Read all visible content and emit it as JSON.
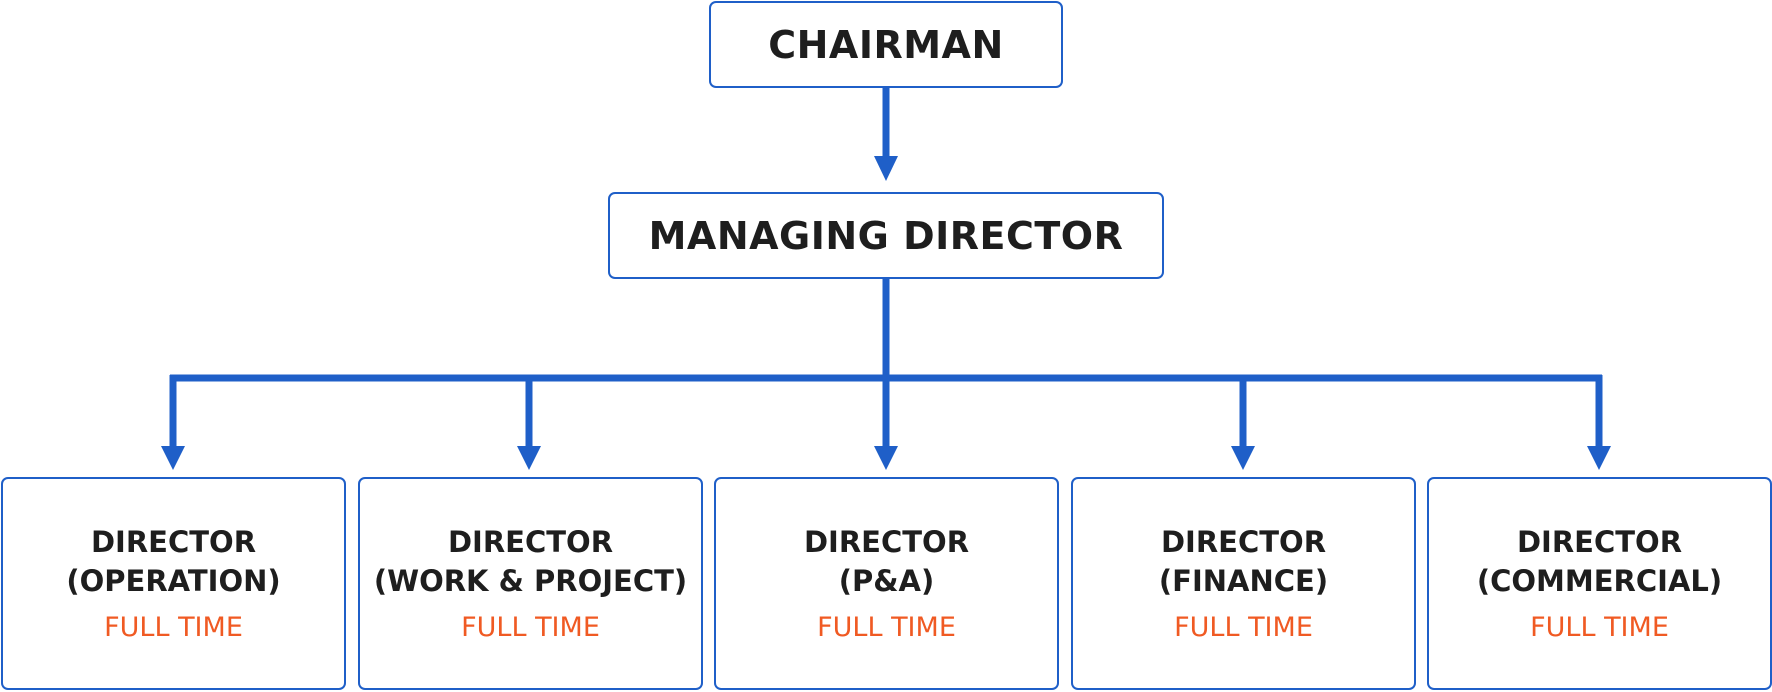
{
  "colors": {
    "border": "#1f5fc8",
    "connector": "#1f5fc8",
    "title_text": "#1e1e1e",
    "status_text": "#f05a23"
  },
  "chairman": {
    "title": "CHAIRMAN"
  },
  "managing_director": {
    "title": "MANAGING DIRECTOR"
  },
  "directors": [
    {
      "line1": "DIRECTOR",
      "line2": "(OPERATION)",
      "status": "FULL TIME"
    },
    {
      "line1": "DIRECTOR",
      "line2": "(WORK & PROJECT)",
      "status": "FULL TIME"
    },
    {
      "line1": "DIRECTOR",
      "line2": "(P&A)",
      "status": "FULL TIME"
    },
    {
      "line1": "DIRECTOR",
      "line2": "(FINANCE)",
      "status": "FULL TIME"
    },
    {
      "line1": "DIRECTOR",
      "line2": "(COMMERCIAL)",
      "status": "FULL TIME"
    }
  ]
}
